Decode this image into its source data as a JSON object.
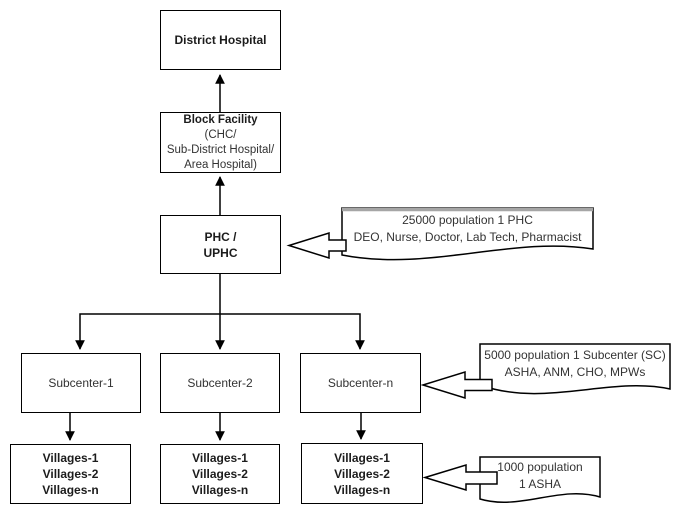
{
  "colors": {
    "background": "#ffffff",
    "line": "#000000",
    "text": "#333333",
    "callout_top_accent": "#a6a6a6"
  },
  "nodes": {
    "district_hospital": {
      "label": "District Hospital"
    },
    "block_facility": {
      "title": "Block Facility",
      "subtitle1": "(CHC/",
      "subtitle2": "Sub-District Hospital/",
      "subtitle3": "Area Hospital)"
    },
    "phc": {
      "line1": "PHC /",
      "line2": "UPHC"
    },
    "subcenter_1": {
      "label": "Subcenter-1"
    },
    "subcenter_2": {
      "label": "Subcenter-2"
    },
    "subcenter_n": {
      "label": "Subcenter-n"
    },
    "villages_under_subcenter_1": {
      "line1": "Villages-1",
      "line2": "Villages-2",
      "line3": "Villages-n"
    },
    "villages_under_subcenter_2": {
      "line1": "Villages-1",
      "line2": "Villages-2",
      "line3": "Villages-n"
    },
    "villages_under_subcenter_n": {
      "line1": "Villages-1",
      "line2": "Villages-2",
      "line3": "Villages-n"
    }
  },
  "callouts": {
    "phc_note": {
      "line1": "25000 population 1 PHC",
      "line2": "DEO, Nurse, Doctor, Lab Tech, Pharmacist"
    },
    "subcenter_note": {
      "line1": "5000 population 1 Subcenter (SC)",
      "line2": "ASHA, ANM, CHO, MPWs"
    },
    "village_note": {
      "line1": "1000 population",
      "line2": "1 ASHA"
    }
  }
}
